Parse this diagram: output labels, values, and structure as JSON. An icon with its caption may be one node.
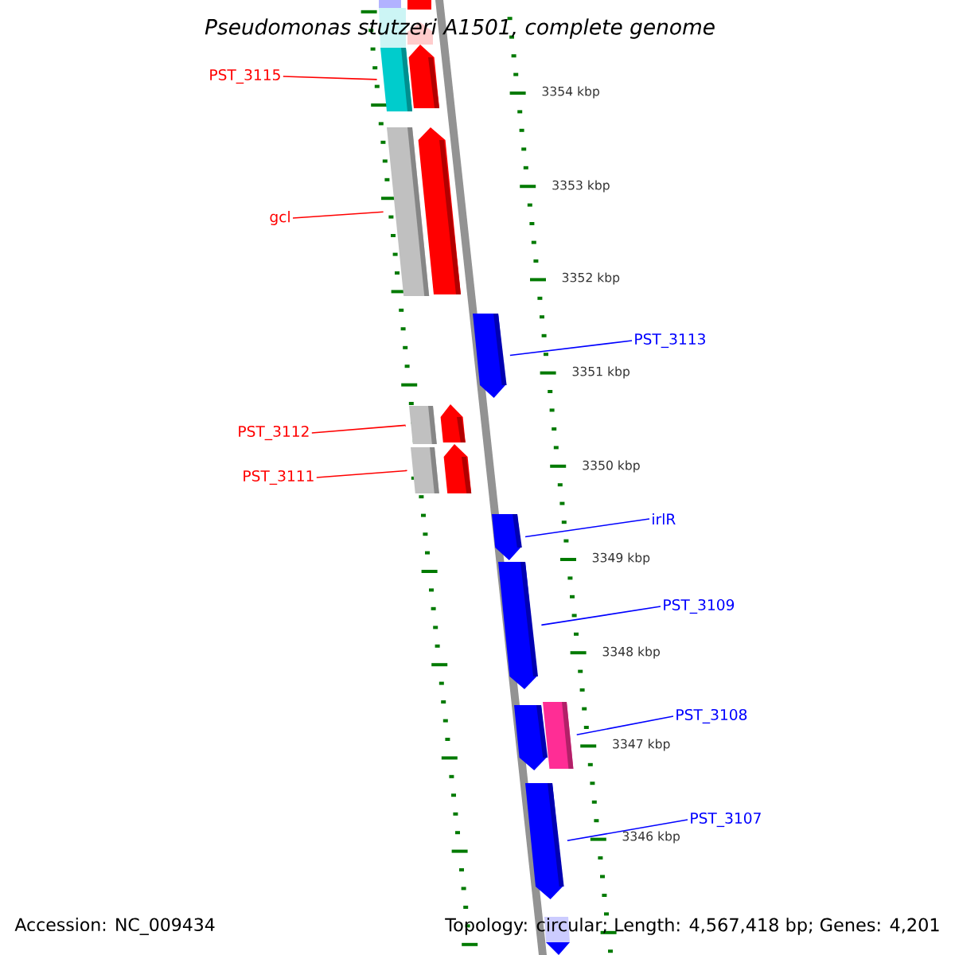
{
  "diagram": {
    "title": "Pseudomonas stutzeri A1501, complete genome",
    "nodes": [
      {
        "text": [
          "PST_3115"
        ]
      },
      {
        "text": [
          "gcl"
        ]
      },
      {
        "text": [
          "PST_3112"
        ]
      },
      {
        "text": [
          "PST_3111"
        ]
      },
      {
        "text": [
          "PST_3113"
        ]
      },
      {
        "text": [
          "irlR"
        ]
      },
      {
        "text": [
          "PST_3109"
        ]
      },
      {
        "text": [
          "PST_3108"
        ]
      },
      {
        "text": [
          "PST_3107"
        ]
      },
      {
        "text": [],
        "shape": "box"
      },
      {
        "text": [],
        "shape": "bar"
      },
      {
        "text": [],
        "shape": "box"
      },
      {
        "text": [],
        "shape": "bar"
      },
      {
        "text": [],
        "shape": "box"
      },
      {
        "text": [],
        "shape": "bar"
      },
      {
        "text": [],
        "shape": "box"
      },
      {
        "text": [],
        "shape": "bar"
      },
      {
        "text": [],
        "shape": "bar"
      },
      {
        "text": [],
        "shape": "bar"
      },
      {
        "text": [],
        "shape": "bar"
      },
      {
        "text": [],
        "shape": "bar"
      },
      {
        "text": [],
        "shape": "box"
      },
      {
        "text": [],
        "shape": "bar"
      }
    ],
    "edges": [
      {
        "from": 0,
        "to": 9,
        "arrow": "none",
        "color": "#ff0000"
      },
      {
        "from": 1,
        "to": 11,
        "arrow": "none",
        "color": "#ff0000"
      },
      {
        "from": 2,
        "to": 13,
        "arrow": "none",
        "color": "#ff0000"
      },
      {
        "from": 3,
        "to": 15,
        "arrow": "none",
        "color": "#ff0000"
      },
      {
        "from": 4,
        "to": 17,
        "arrow": "none"
      },
      {
        "from": 5,
        "to": 18,
        "arrow": "none"
      },
      {
        "from": 6,
        "to": 19,
        "arrow": "none"
      },
      {
        "from": 7,
        "to": 21,
        "arrow": "none"
      },
      {
        "from": 8,
        "to": 22,
        "arrow": "none"
      }
    ],
    "labels": [
      "3354 kbp",
      "3353 kbp",
      "3352 kbp",
      "3351 kbp",
      "3350 kbp",
      "3349 kbp",
      "3348 kbp",
      "3347 kbp",
      "3346 kbp",
      "Accession: NC_009434",
      "Topology: circular; Length: 4,567,418 bp; Genes: 4,201"
    ]
  }
}
